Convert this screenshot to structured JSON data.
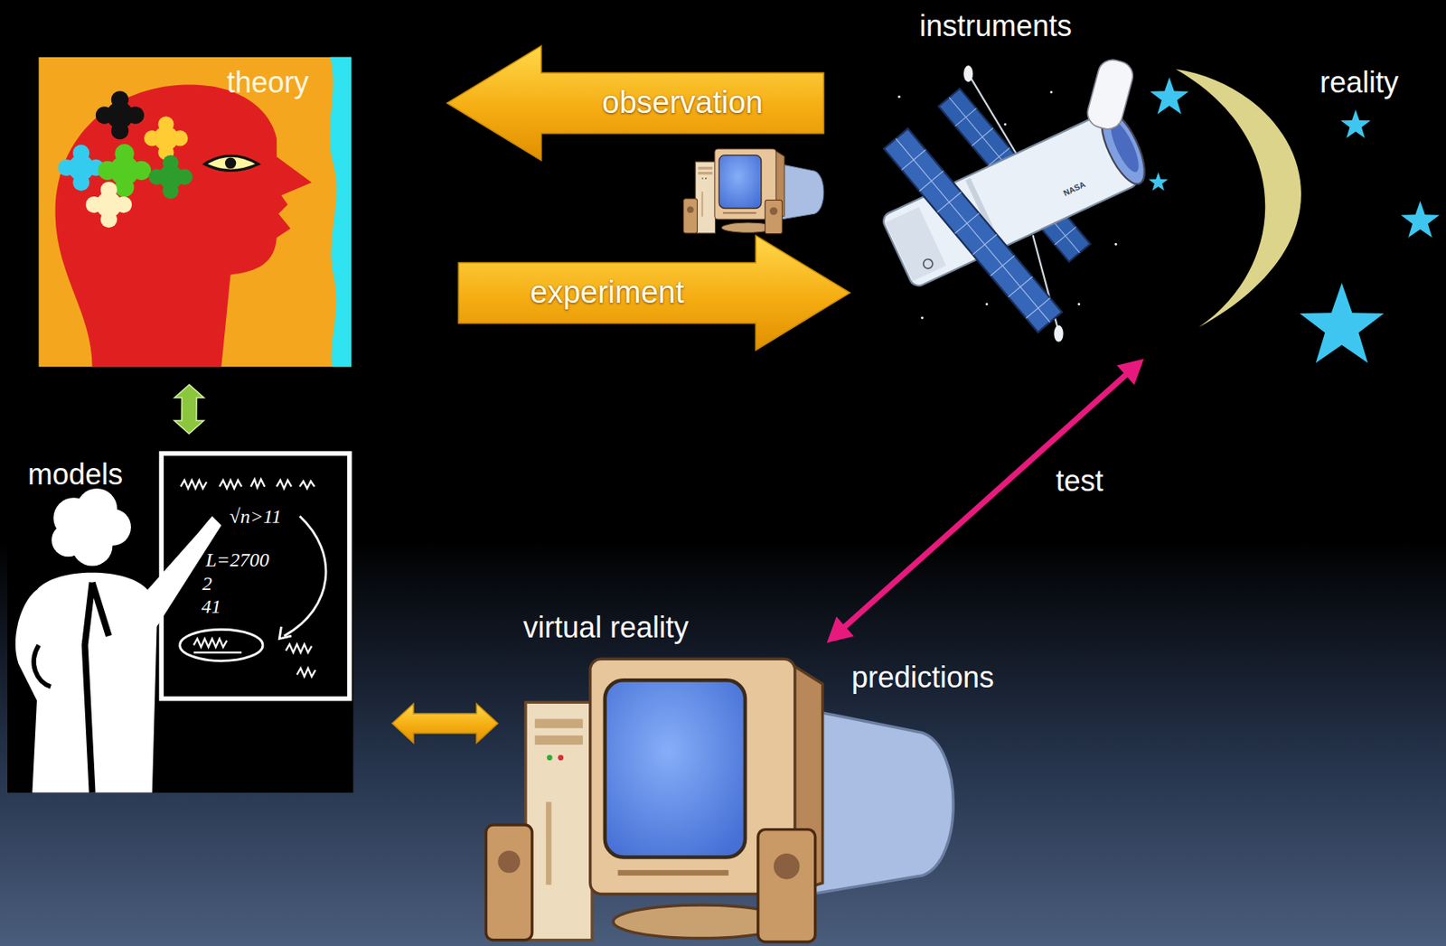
{
  "diagram": {
    "nodes": [
      {
        "text": [
          "theory"
        ]
      },
      {
        "text": [
          "instruments"
        ]
      },
      {
        "text": [
          "reality"
        ]
      },
      {
        "text": [
          "models"
        ]
      },
      {
        "text": [
          "virtual reality",
          "predictions"
        ]
      }
    ],
    "edges": [
      {
        "from": 1,
        "to": 0,
        "arrow": "to",
        "label": "observation"
      },
      {
        "from": 0,
        "to": 1,
        "arrow": "to",
        "label": "experiment"
      },
      {
        "from": 0,
        "to": 3,
        "arrow": "both"
      },
      {
        "from": 3,
        "to": 4,
        "arrow": "both"
      },
      {
        "from": 4,
        "to": 2,
        "arrow": "both",
        "label": "test"
      }
    ],
    "labels": [
      "NASA",
      "√n>11",
      "L=2700",
      "2",
      "41"
    ]
  }
}
